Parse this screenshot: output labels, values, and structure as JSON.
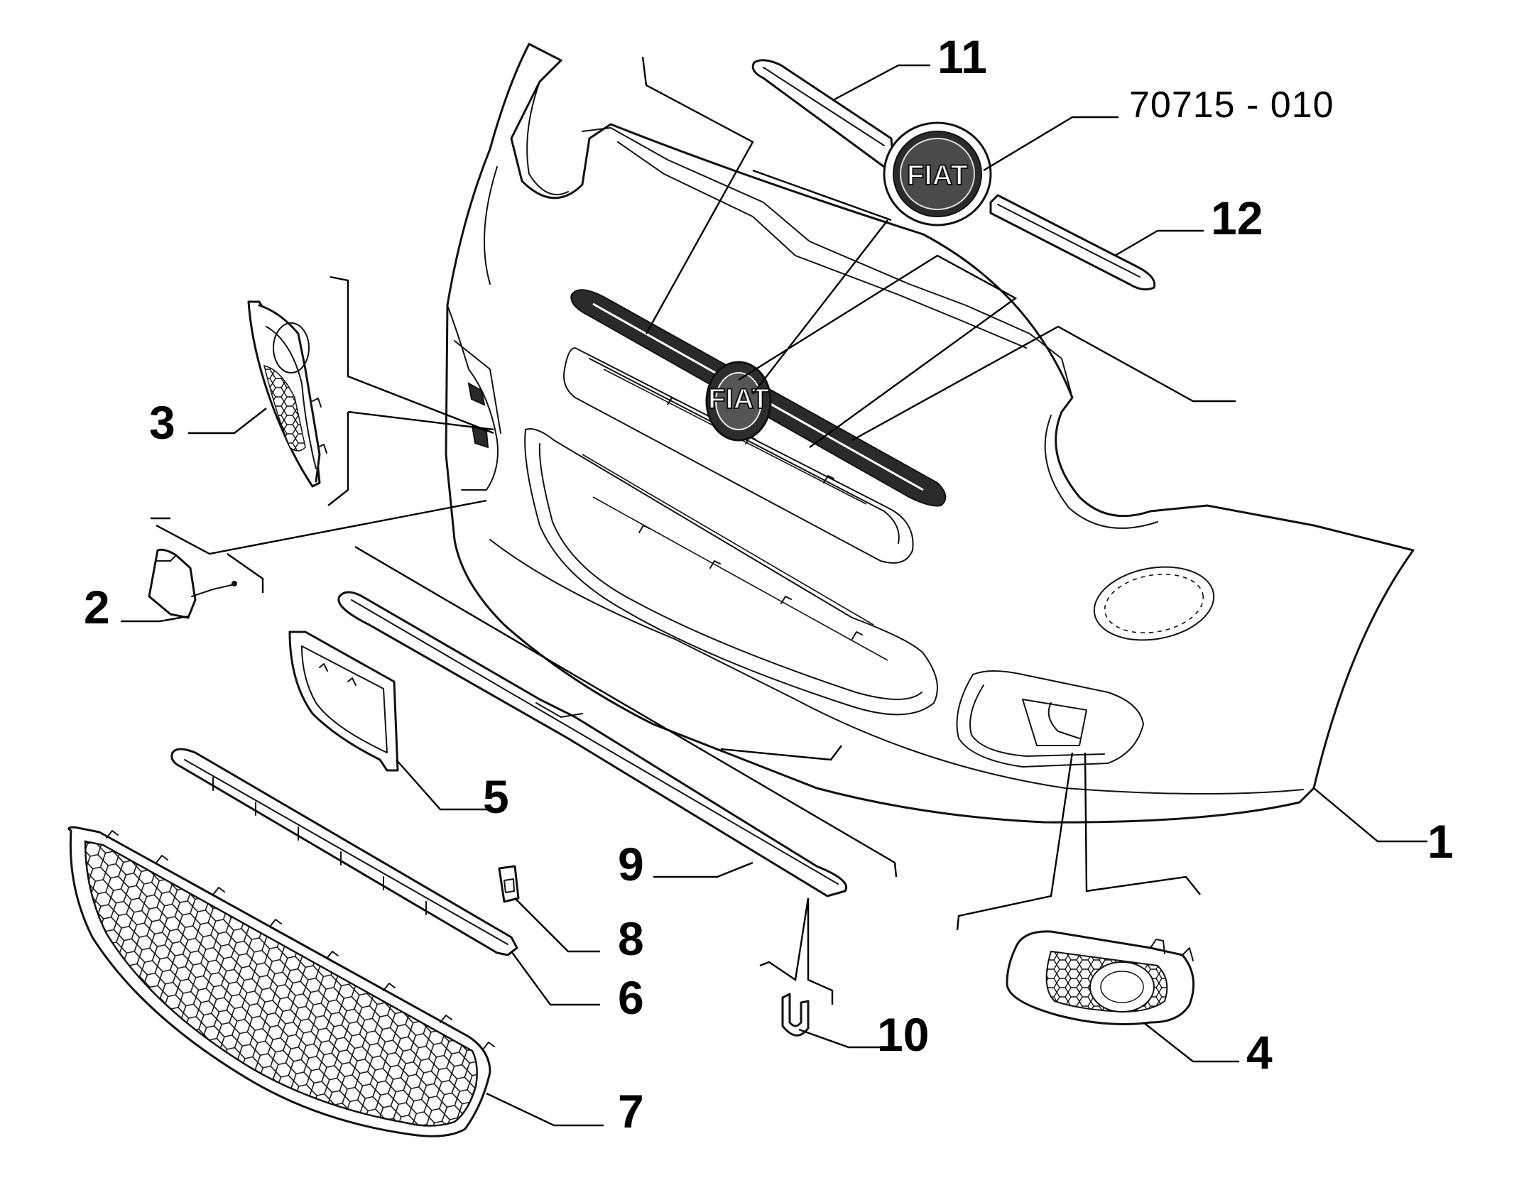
{
  "figure": {
    "reference_code": "70715 - 010",
    "badge_text": "FIAT"
  },
  "callouts": [
    {
      "id": "1",
      "part": "front-bumper"
    },
    {
      "id": "2",
      "part": "tow-hook-cover"
    },
    {
      "id": "3",
      "part": "left-fog-lamp-bezel"
    },
    {
      "id": "4",
      "part": "right-fog-lamp-bezel"
    },
    {
      "id": "5",
      "part": "plate-frame"
    },
    {
      "id": "6",
      "part": "lower-grille-trim"
    },
    {
      "id": "7",
      "part": "lower-mesh-grille"
    },
    {
      "id": "8",
      "part": "clip"
    },
    {
      "id": "9",
      "part": "spoiler-strip"
    },
    {
      "id": "10",
      "part": "retaining-clip"
    },
    {
      "id": "11",
      "part": "left-chrome-moustache"
    },
    {
      "id": "12",
      "part": "right-chrome-moustache"
    }
  ]
}
